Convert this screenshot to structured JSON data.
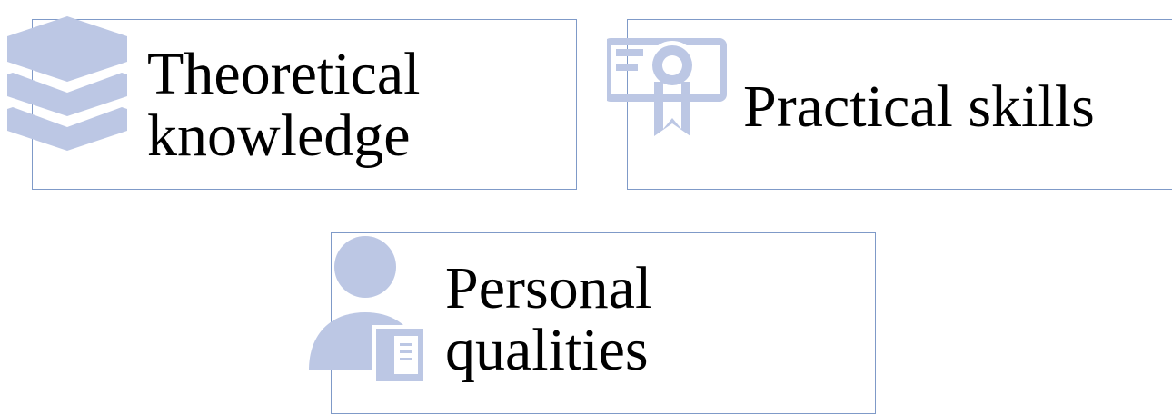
{
  "colors": {
    "border": "#7f9ac8",
    "icon_fill": "#bcc7e4",
    "text": "#000000",
    "background": "#ffffff"
  },
  "cards": [
    {
      "lines": [
        "Theoretical",
        "knowledge"
      ],
      "icon": "stacked-layers-icon"
    },
    {
      "lines": [
        "Practical skills"
      ],
      "icon": "certificate-award-icon"
    },
    {
      "lines": [
        "Personal",
        "qualities"
      ],
      "icon": "person-with-book-icon"
    }
  ]
}
